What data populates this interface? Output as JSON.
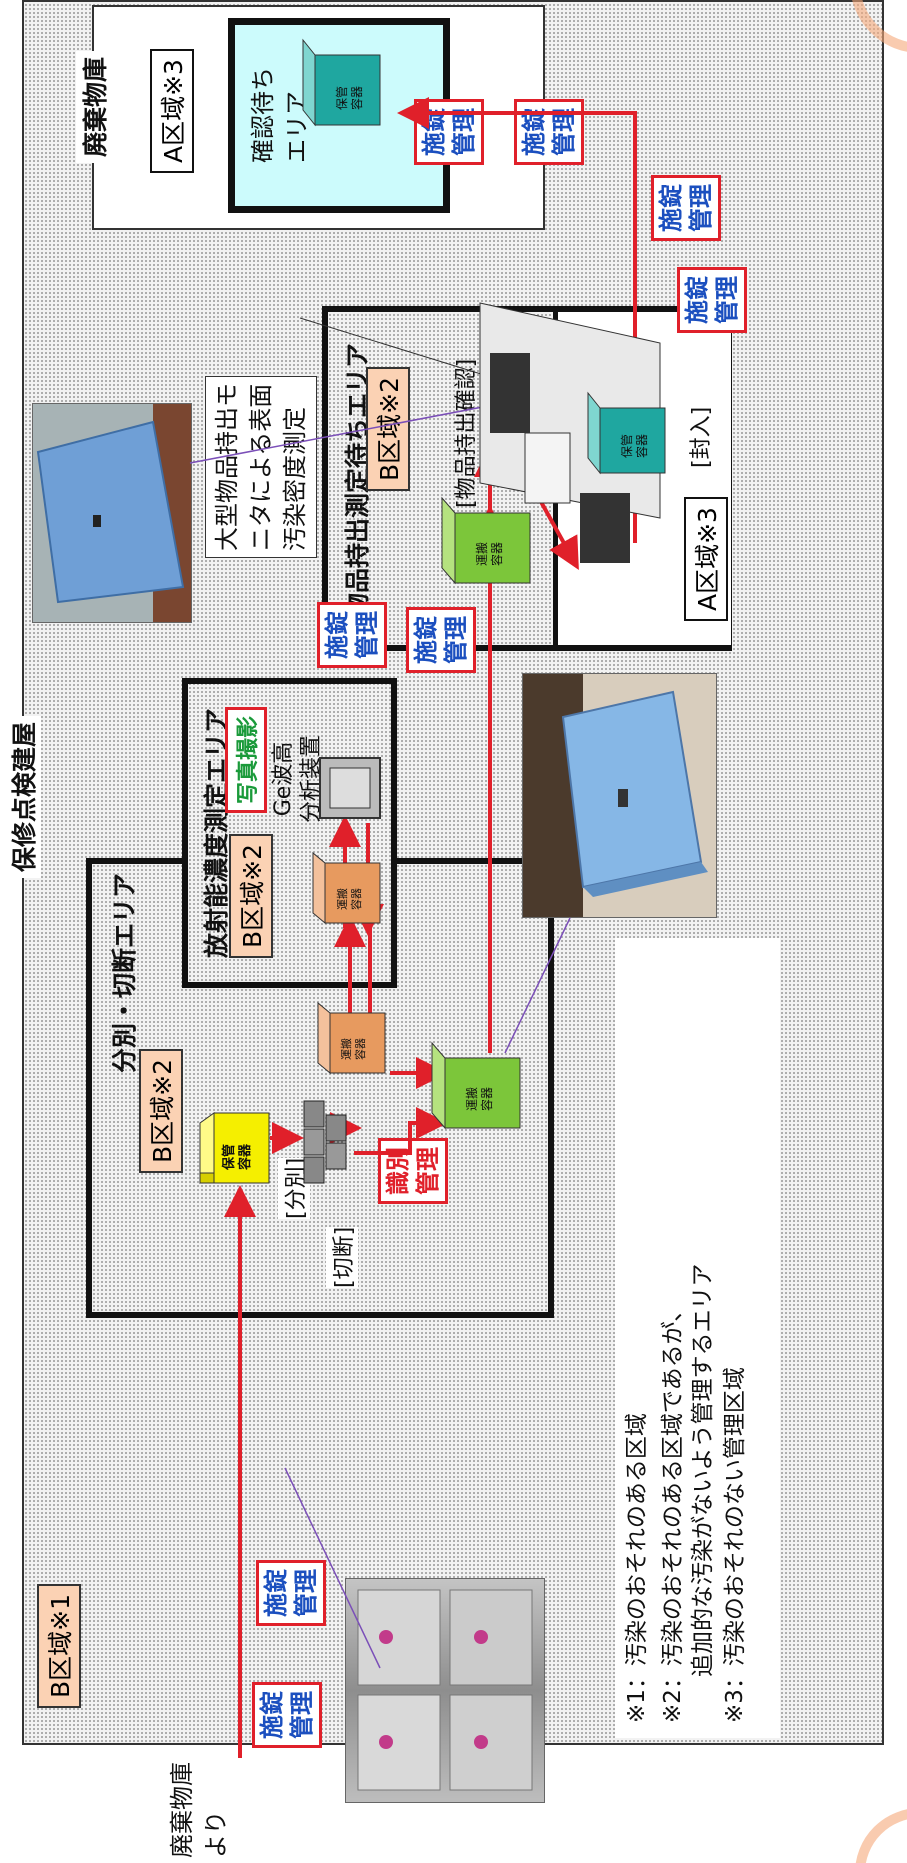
{
  "building_title": "保修点検建屋",
  "waste_storage_title": "廃棄物庫",
  "from_waste": "廃棄物庫\nより",
  "zones": {
    "b1": "B区域※1",
    "b2_sort": "B区域※2",
    "b2_radio": "B区域※2",
    "b2_carryout": "B区域※2",
    "a3_seal": "A区域※3",
    "a3_storage": "A区域※3"
  },
  "areas": {
    "sort_cut": "分別・切断エリア",
    "radioactivity": "放射能濃度測定エリア",
    "carryout": "物品持出測定待ちエリア",
    "confirm_wait": "確認待ち\nエリア"
  },
  "labels": {
    "lock": "施錠\n管理",
    "identify": "識別\n管理",
    "photo": "写真撮影",
    "ge_analyzer": "Ge波高\n分析装置",
    "sort": "[分別]",
    "cut": "[切断]",
    "carryout_check": "[物品持出確認]",
    "seal": "[封入]",
    "monitor_callout": "大型物品持出モ\nニタによる表面\n汚染密度測定"
  },
  "containers": {
    "storage": "保管\n容器",
    "transport": "運搬\n容器"
  },
  "notes": {
    "n1": "※1：汚染のおそれのある区域",
    "n2": "※2：汚染のおそれのある区域であるが、\n　　追加的な汚染がないよう管理するエリア",
    "n3": "※3：汚染のおそれのない管理区域"
  },
  "colors": {
    "arrow": "#e0202a",
    "zone_b": "#fbd2b4",
    "storage_yellow": "#f5ef00",
    "transport_green": "#7cc63a",
    "transport_orange": "#e79a5f",
    "storage_teal": "#1fa7a0",
    "confirm_bg": "#ccfbfc"
  }
}
